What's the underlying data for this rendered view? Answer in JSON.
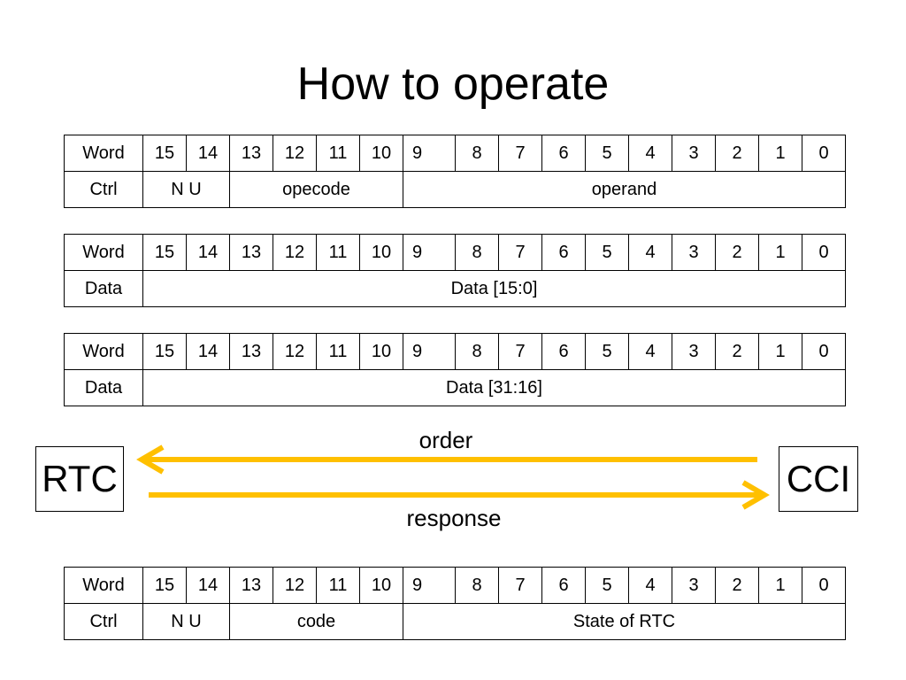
{
  "title": "How to operate",
  "bits": [
    "15",
    "14",
    "13",
    "12",
    "11",
    "10",
    "9",
    "8",
    "7",
    "6",
    "5",
    "4",
    "3",
    "2",
    "1",
    "0"
  ],
  "tables": [
    {
      "header": "Word",
      "row_label": "Ctrl",
      "fields": [
        {
          "label": "N U",
          "span": 2
        },
        {
          "label": "opecode",
          "span": 4
        },
        {
          "label": "operand",
          "span": 10
        }
      ]
    },
    {
      "header": "Word",
      "row_label": "Data",
      "fields": [
        {
          "label": "Data [15:0]",
          "span": 16
        }
      ]
    },
    {
      "header": "Word",
      "row_label": "Data",
      "fields": [
        {
          "label": "Data [31:16]",
          "span": 16
        }
      ]
    },
    {
      "header": "Word",
      "row_label": "Ctrl",
      "fields": [
        {
          "label": "N U",
          "span": 2
        },
        {
          "label": "code",
          "span": 4
        },
        {
          "label": "State of RTC",
          "span": 10
        }
      ]
    }
  ],
  "diagram": {
    "left_box": "RTC",
    "right_box": "CCI",
    "top_arrow_label": "order",
    "bottom_arrow_label": "response",
    "arrow_color": "#FFC000"
  }
}
